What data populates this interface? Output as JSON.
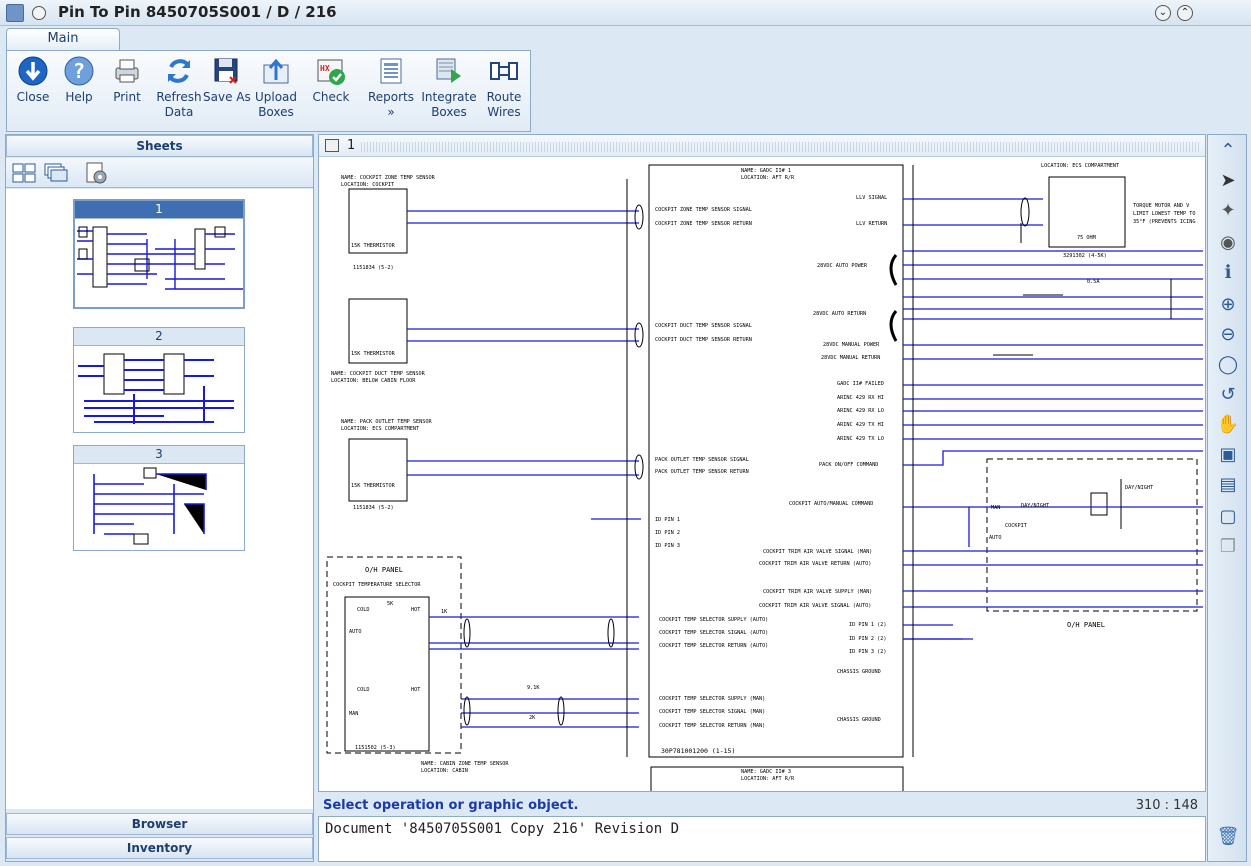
{
  "window": {
    "title": "Pin To Pin 8450705S001 / D / 216",
    "minimize_glyph": "⌄",
    "maximize_glyph": "⌃"
  },
  "ribbon": {
    "tab": "Main",
    "buttons": [
      {
        "label": "Close",
        "icon": "close-arrow-icon"
      },
      {
        "label": "Help",
        "icon": "help-icon"
      },
      {
        "label": "Print",
        "icon": "printer-icon"
      },
      {
        "label": "Refresh\nData",
        "icon": "refresh-icon"
      },
      {
        "label": "Save As",
        "icon": "floppy-disk-icon"
      },
      {
        "label": "Upload\nBoxes",
        "icon": "upload-icon"
      },
      {
        "label": "Check",
        "icon": "check-icon"
      },
      {
        "label": "Reports\n»",
        "icon": "reports-icon"
      },
      {
        "label": "Integrate\nBoxes",
        "icon": "integrate-icon"
      },
      {
        "label": "Route\nWires",
        "icon": "route-wires-icon"
      }
    ]
  },
  "sidebar": {
    "header": "Sheets",
    "sheets": [
      "1",
      "2",
      "3"
    ],
    "selected_sheet": "1",
    "footer_tabs": [
      "Browser",
      "Inventory"
    ]
  },
  "drawing": {
    "tab_number": "1",
    "labels": {
      "sensor1_name": "NAME: COCKPIT ZONE TEMP SENSOR",
      "sensor1_loc": "LOCATION: COCKPIT",
      "sensor2_name": "NAME: COCKPIT DUCT TEMP SENSOR",
      "sensor2_loc": "LOCATION: BELOW CABIN FLOOR",
      "sensor3_name": "NAME: PACK OUTLET TEMP SENSOR",
      "sensor3_loc": "LOCATION: ECS COMPARTMENT",
      "thermistor": "15K THERMISTOR",
      "part_1": "1151834 (5-2)",
      "gadc_name": "NAME: GADC II# 1",
      "gadc_loc": "LOCATION: AFT R/R",
      "gadc_part": "30P781001200 (1-15)",
      "gadc2_name": "NAME: GADC II# 3",
      "oh_panel": "O/H PANEL",
      "cockpit_temp_selector": "COCKPIT TEMPERATURE SELECTOR",
      "cabin_sensor": "NAME: CABIN ZONE TEMP SENSOR",
      "cabin_loc": "LOCATION: CABIN",
      "pins_left": [
        "COCKPIT ZONE TEMP SENSOR SIGNAL",
        "COCKPIT ZONE TEMP SENSOR RETURN",
        "COCKPIT DUCT TEMP SENSOR SIGNAL",
        "COCKPIT DUCT TEMP SENSOR RETURN",
        "PACK OUTLET TEMP SENSOR SIGNAL",
        "PACK OUTLET TEMP SENSOR RETURN",
        "ID PIN 1",
        "ID PIN 2",
        "ID PIN 3",
        "COCKPIT TEMP SELECTOR SUPPLY (AUTO)",
        "COCKPIT TEMP SELECTOR SIGNAL (AUTO)",
        "COCKPIT TEMP SELECTOR RETURN (AUTO)",
        "COCKPIT TEMP SELECTOR SUPPLY (MAN)",
        "COCKPIT TEMP SELECTOR SIGNAL (MAN)",
        "COCKPIT TEMP SELECTOR RETURN (MAN)"
      ],
      "pins_right": [
        "LLV SIGNAL",
        "LLV RETURN",
        "28VDC AUTO POWER",
        "28VDC AUTO RETURN",
        "28VDC MANUAL POWER",
        "28VDC MANUAL RETURN",
        "GADC II# FAILED",
        "ARINC 429 RX HI",
        "ARINC 429 RX LO",
        "ARINC 429 TX HI",
        "ARINC 429 TX LO",
        "PACK ON/OFF COMMAND",
        "COCKPIT AUTO/MANUAL COMMAND",
        "COCKPIT TRIM AIR VALVE SIGNAL (MAN)",
        "COCKPIT TRIM AIR VALVE RETURN (AUTO)",
        "COCKPIT TRIM AIR VALVE SUPPLY (MAN)",
        "COCKPIT TRIM AIR VALVE SIGNAL (AUTO)",
        "ID PIN 1 (2)",
        "ID PIN 2 (2)",
        "ID PIN 3 (2)",
        "CHASSIS GROUND",
        "CHASSIS GROUND"
      ],
      "torque_motor": "TORQUE MOTOR AND V",
      "limit_lowest": "LIMIT LOWEST TEMP TO",
      "prevents": "35°F (PREVENTS ICING",
      "valve_part": "3291302 (4-5K)",
      "ohm": "75 OHM",
      "ecs_loc": "LOCATION: ECS COMPARTMENT",
      "fuse_val": "0.5A",
      "oh_panel_right": "O/H PANEL",
      "day_night": "DAY/NIGHT",
      "man": "MAN",
      "auto": "AUTO",
      "cockpit": "COCKPIT",
      "selector_part": "1151502 (5-3)",
      "cold": "COLD",
      "hot": "HOT",
      "r5k": "5K",
      "r1k": "1K",
      "r91k": "9.1K",
      "r2k": "2K"
    }
  },
  "status": {
    "message": "Select operation or graphic object.",
    "coords": "310 : 148",
    "document": "Document '8450705S001 Copy 216' Revision D"
  },
  "right_toolbar": [
    "collapse-up-icon",
    "pointer-icon",
    "pointer-star-icon",
    "binoculars-icon",
    "properties-icon",
    "zoom-in-icon",
    "zoom-out-icon",
    "zoom-area-icon",
    "zoom-previous-icon",
    "pan-hand-icon",
    "fit-all-icon",
    "overview-icon",
    "snapshot-icon",
    "copy-icon",
    "trash-icon"
  ]
}
